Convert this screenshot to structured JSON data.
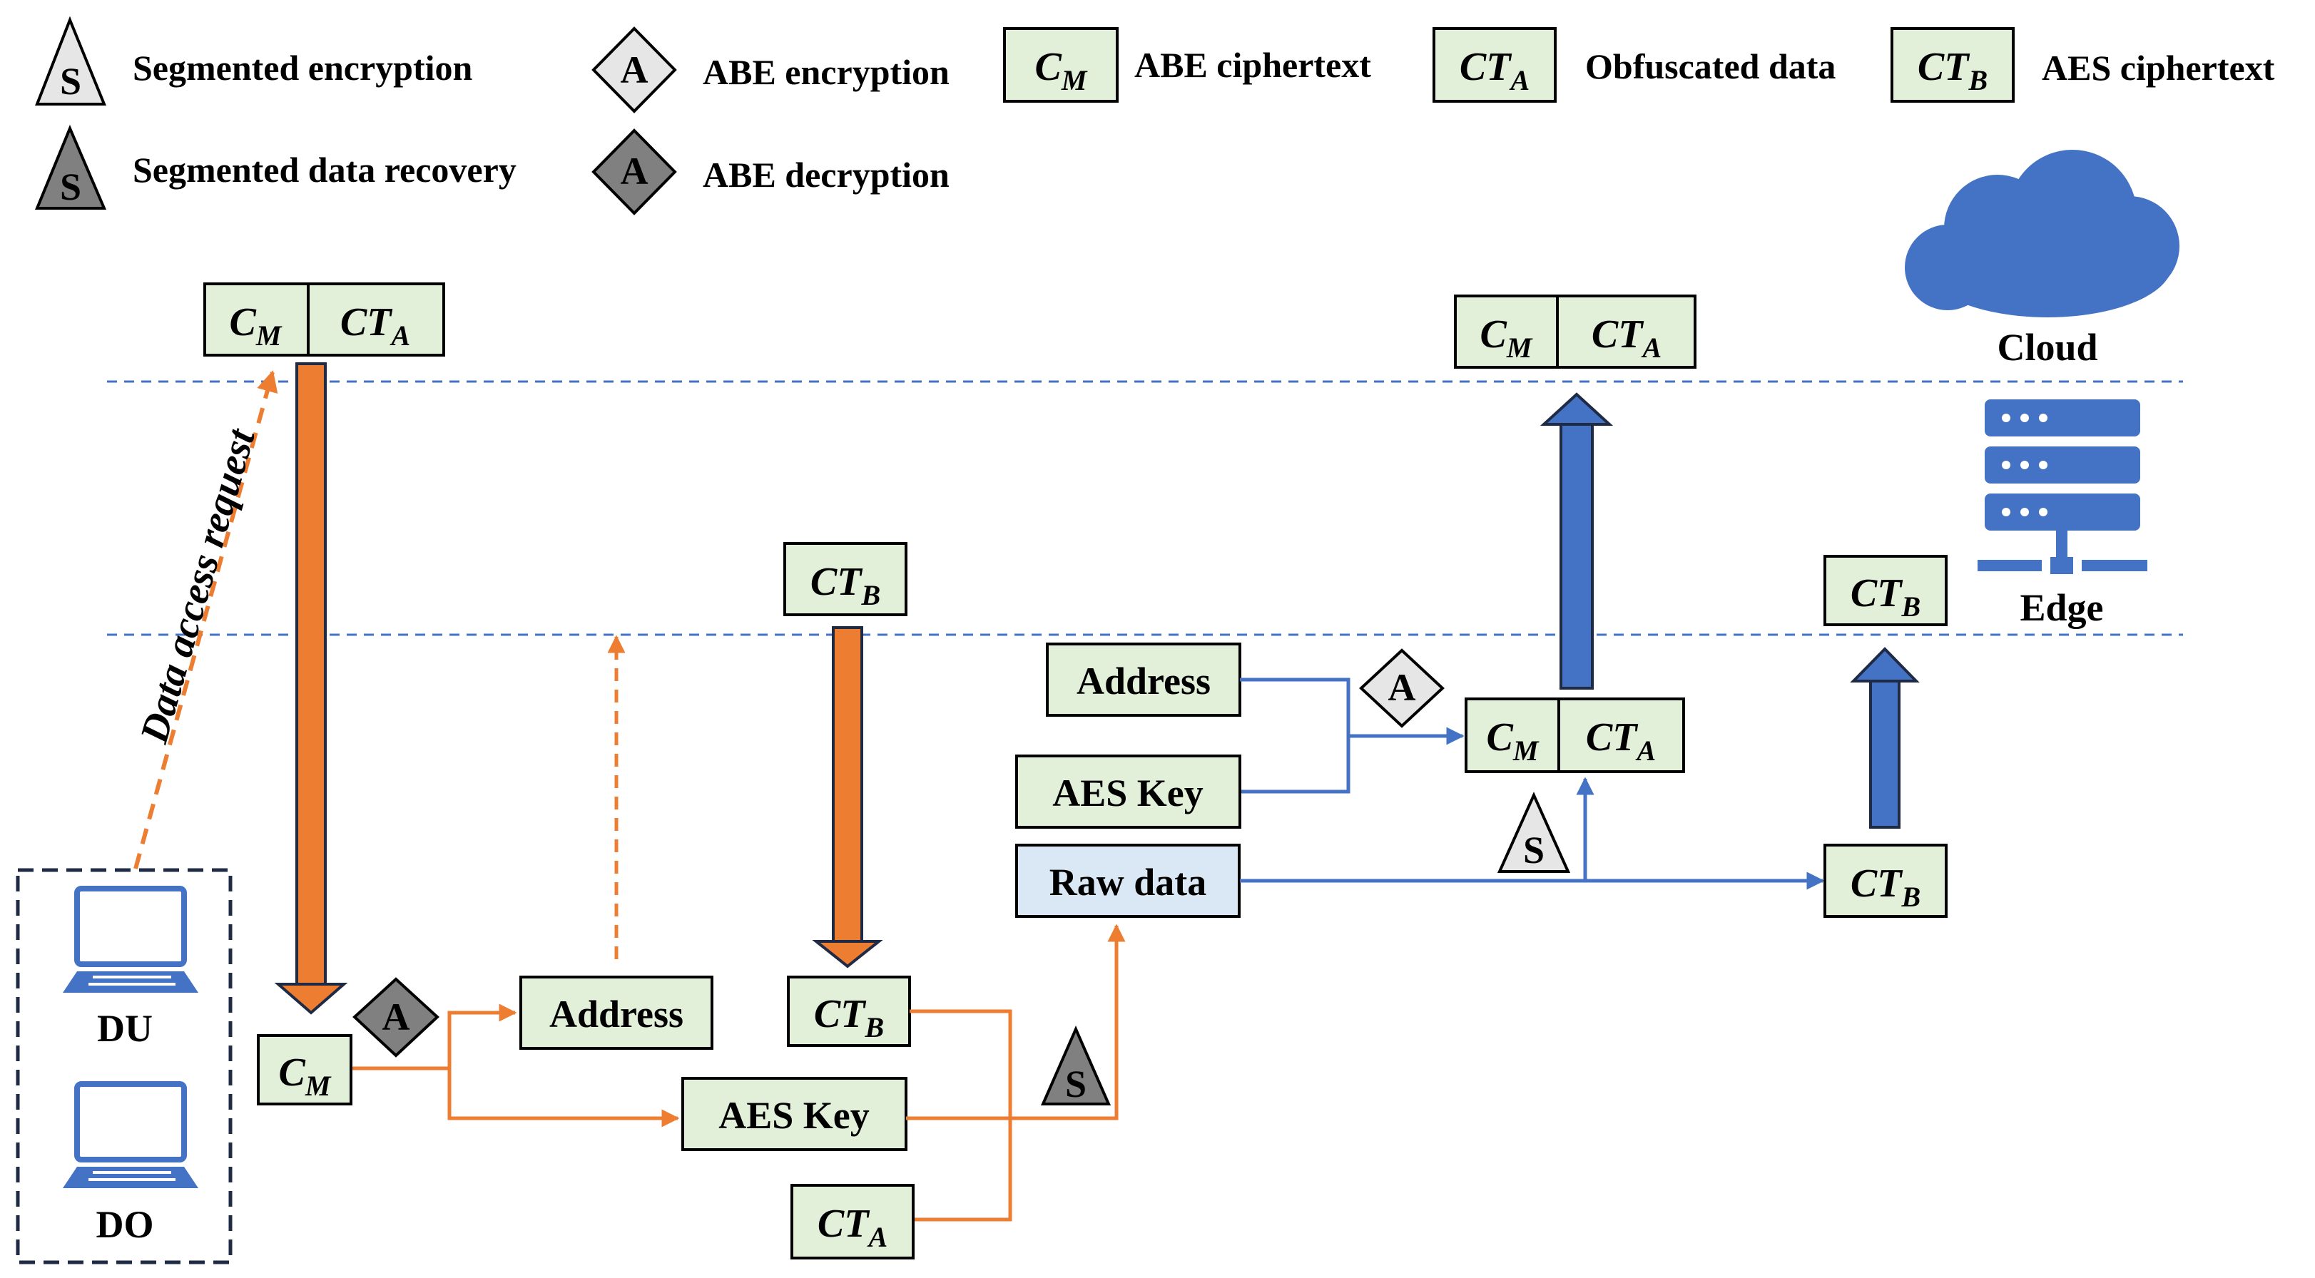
{
  "legend": {
    "seg_enc": "Segmented encryption",
    "seg_rec": "Segmented data recovery",
    "abe_enc": "ABE encryption",
    "abe_dec": "ABE decryption",
    "abe_ct": "ABE ciphertext",
    "obf": "Obfuscated data",
    "aes_ct": "AES ciphertext"
  },
  "symbols": {
    "S": "S",
    "A": "A"
  },
  "vars": {
    "C": "C",
    "CT": "CT",
    "M": "M",
    "A": "A",
    "B": "B"
  },
  "labels": {
    "address": "Address",
    "aes_key": "AES Key",
    "raw_data": "Raw data",
    "cloud": "Cloud",
    "edge": "Edge",
    "du": "DU",
    "do": "DO",
    "data_access_request": "Data access request"
  },
  "colors": {
    "orange": "#ed7d31",
    "blue": "#4472c4",
    "box_green": "#e2efd9",
    "box_blue": "#dae8f5",
    "icon_blue": "#4472c4",
    "light_gray": "#e7e6e6",
    "dark_gray": "#808080",
    "dashed_line": "#4472c4"
  }
}
